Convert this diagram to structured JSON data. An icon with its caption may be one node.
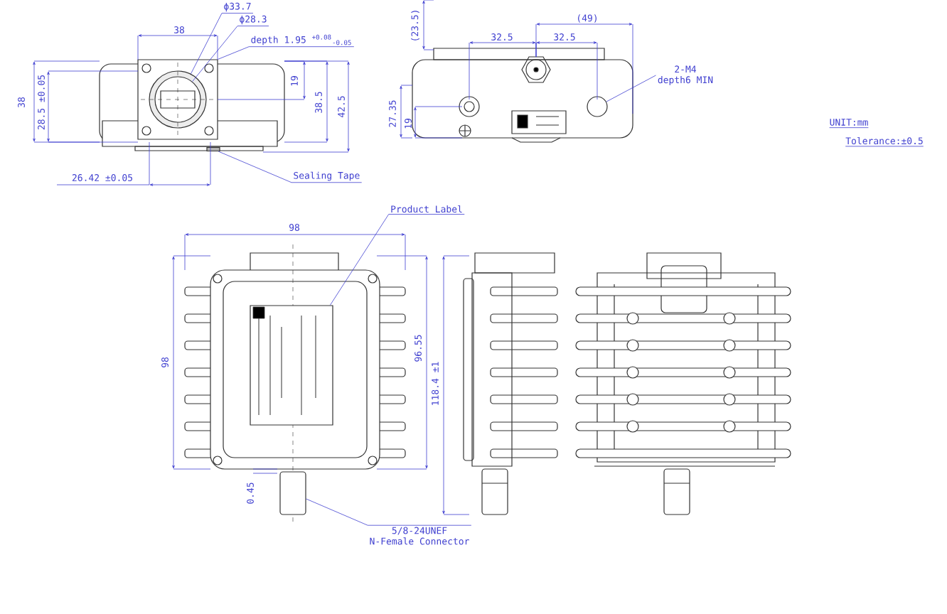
{
  "diagram": {
    "nodes": [
      {
        "text": [
          "Sealing Tape"
        ]
      },
      {
        "text": [],
        "shape": "bar"
      },
      {
        "text": [
          "Product Label"
        ]
      },
      {
        "text": [],
        "shape": "box"
      },
      {
        "text": [
          "5/8-24UNEF",
          "N-Female Connector"
        ]
      },
      {
        "text": [],
        "shape": "cylinder"
      },
      {
        "text": [
          "2-M4",
          "depth6 MIN"
        ]
      },
      {
        "text": [],
        "shape": "circle"
      },
      {
        "text": [
          "ϕ33.7"
        ]
      },
      {
        "text": [
          "ϕ28.3"
        ]
      },
      {
        "text": [
          "depth 1.95 $^{+0.08}$$_{-0.05}$"
        ]
      },
      {
        "text": [],
        "shape": "box"
      },
      {
        "text": [],
        "shape": "circle",
        "in": 11
      },
      {
        "text": [],
        "shape": "circle",
        "in": 12
      }
    ],
    "edges": [
      {
        "from": 0,
        "to": 1,
        "arrow": "none"
      },
      {
        "from": 2,
        "to": 3,
        "arrow": "none"
      },
      {
        "from": 4,
        "to": 5,
        "arrow": "none"
      },
      {
        "from": 6,
        "to": 7,
        "arrow": "none"
      },
      {
        "from": 8,
        "to": 12,
        "arrow": "none"
      },
      {
        "from": 9,
        "to": 13,
        "arrow": "none"
      },
      {
        "from": 10,
        "to": 11,
        "arrow": "none"
      }
    ],
    "labels": [
      "38",
      "38",
      "28.5 ±0.05",
      "19",
      "38.5",
      "42.5",
      "26.42 ±0.05",
      "(23.5)",
      "(49)",
      "32.5",
      "32.5",
      "27.35",
      "19",
      "UNIT:mm",
      "Tolerance:±0.5",
      "98",
      "98",
      "96.55",
      "118.4 ±1",
      "0.45"
    ]
  }
}
